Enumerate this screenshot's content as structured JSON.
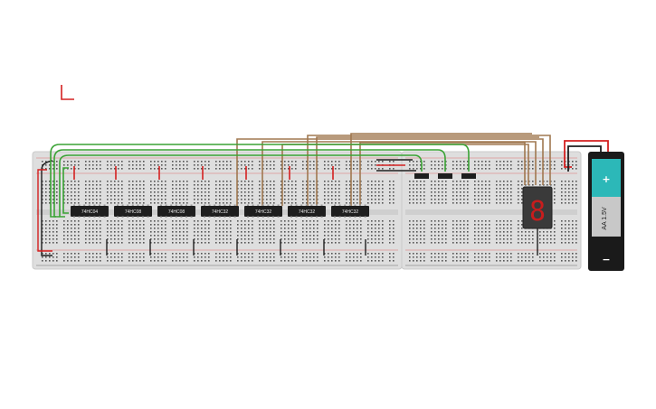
{
  "chips": [
    {
      "label": "74HC04"
    },
    {
      "label": "74HC08"
    },
    {
      "label": "74HC08"
    },
    {
      "label": "74HC32"
    },
    {
      "label": "74HC32"
    },
    {
      "label": "74HC32"
    },
    {
      "label": "74HC32"
    }
  ],
  "battery": {
    "label": "AA 1.5V",
    "positive": "+",
    "negative": "−",
    "color": "#2cb8b8"
  },
  "display": {
    "digit": "8",
    "segment_color": "#c81d1d"
  },
  "wire_colors": {
    "green": "#3aa335",
    "brown": "#a07850",
    "red": "#d42020",
    "black": "#1e1e1e"
  },
  "switches": [
    {
      "name": "input-switch-a"
    },
    {
      "name": "input-switch-b"
    },
    {
      "name": "input-switch-c"
    }
  ]
}
